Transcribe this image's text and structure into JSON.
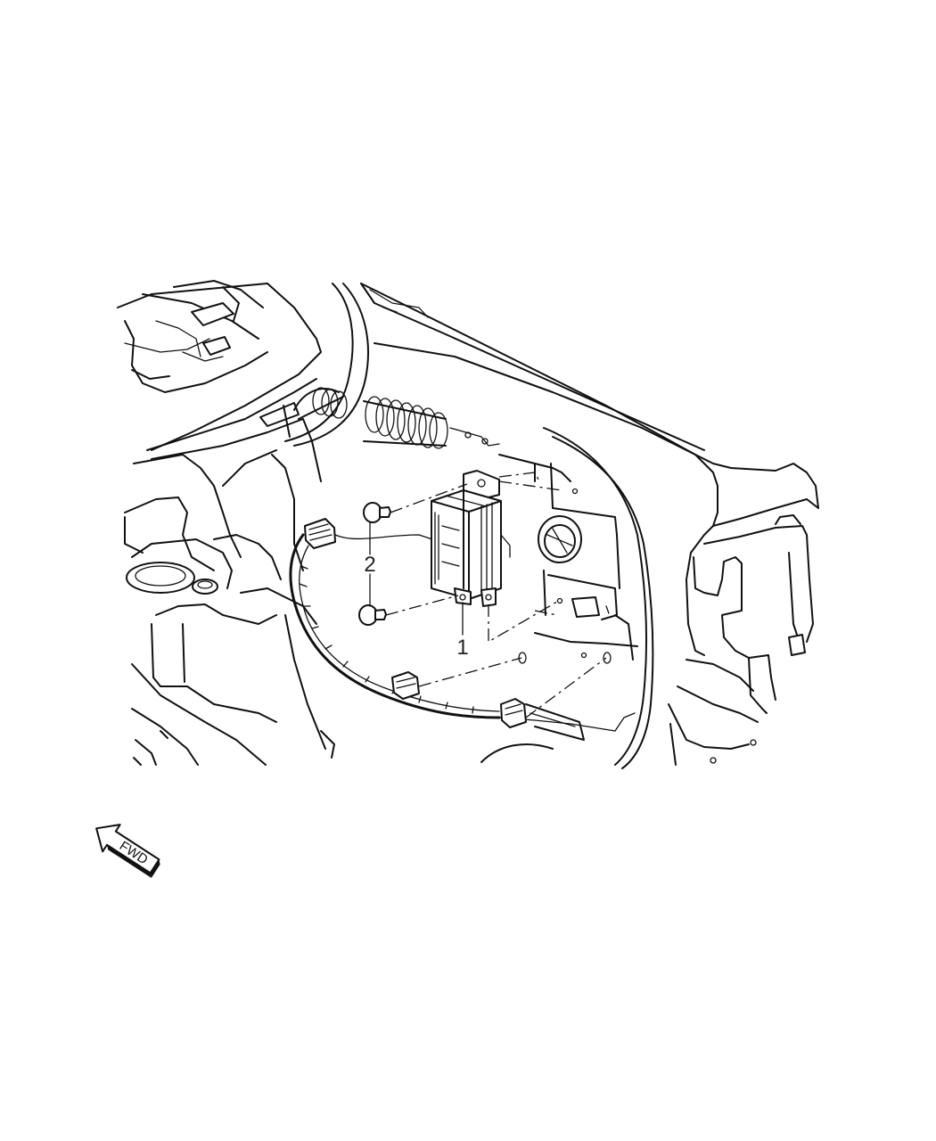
{
  "diagram": {
    "callouts": [
      {
        "id": "1",
        "label": "1"
      },
      {
        "id": "2",
        "label": "2"
      }
    ],
    "direction_indicator": {
      "label": "FWD"
    },
    "colors": {
      "line": "#111111",
      "background": "#ffffff"
    }
  }
}
